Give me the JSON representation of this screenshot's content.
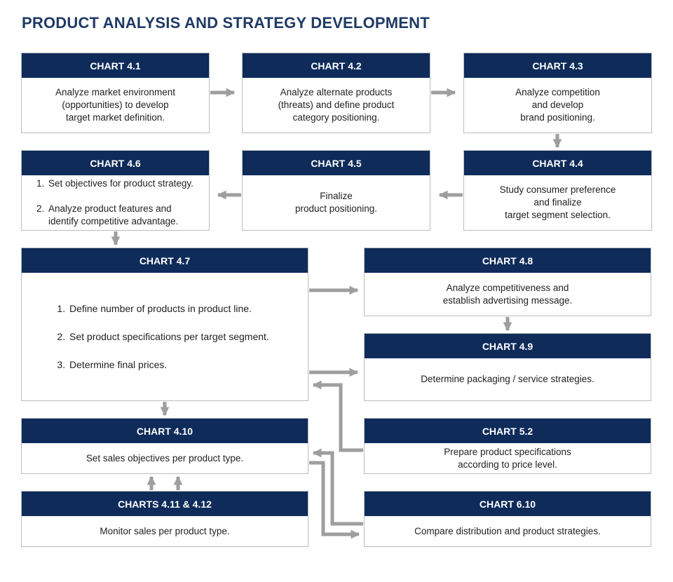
{
  "title": "PRODUCT ANALYSIS AND STRATEGY DEVELOPMENT",
  "colors": {
    "header": "#0e2b5a",
    "title": "#1f3a64",
    "arrow": "#9e9e9e"
  },
  "boxes": {
    "c41": {
      "header": "CHART 4.1",
      "text": "Analyze market environment\n(opportunities) to develop\ntarget market definition."
    },
    "c42": {
      "header": "CHART 4.2",
      "text": "Analyze alternate products\n(threats) and define product\ncategory positioning."
    },
    "c43": {
      "header": "CHART 4.3",
      "text": "Analyze competition\nand develop\nbrand positioning."
    },
    "c46": {
      "header": "CHART 4.6",
      "items": [
        "Set objectives for product strategy.",
        "Analyze product features and identify competitive advantage."
      ]
    },
    "c45": {
      "header": "CHART 4.5",
      "text": "Finalize\nproduct positioning."
    },
    "c44": {
      "header": "CHART 4.4",
      "text": "Study consumer preference\nand finalize\ntarget segment selection."
    },
    "c47": {
      "header": "CHART 4.7",
      "items": [
        "Define number of products in product line.",
        "Set product specifications per target segment.",
        "Determine final prices."
      ]
    },
    "c48": {
      "header": "CHART 4.8",
      "text": "Analyze competitiveness and\nestablish advertising message."
    },
    "c49": {
      "header": "CHART 4.9",
      "text": "Determine packaging / service strategies."
    },
    "c410": {
      "header": "CHART 4.10",
      "text": "Set sales objectives per product type."
    },
    "c52": {
      "header": "CHART 5.2",
      "text": "Prepare product specifications\naccording to price level."
    },
    "c411": {
      "header": "CHARTS 4.11 & 4.12",
      "text": "Monitor sales per product type."
    },
    "c610": {
      "header": "CHART 6.10",
      "text": "Compare distribution and product strategies."
    }
  }
}
